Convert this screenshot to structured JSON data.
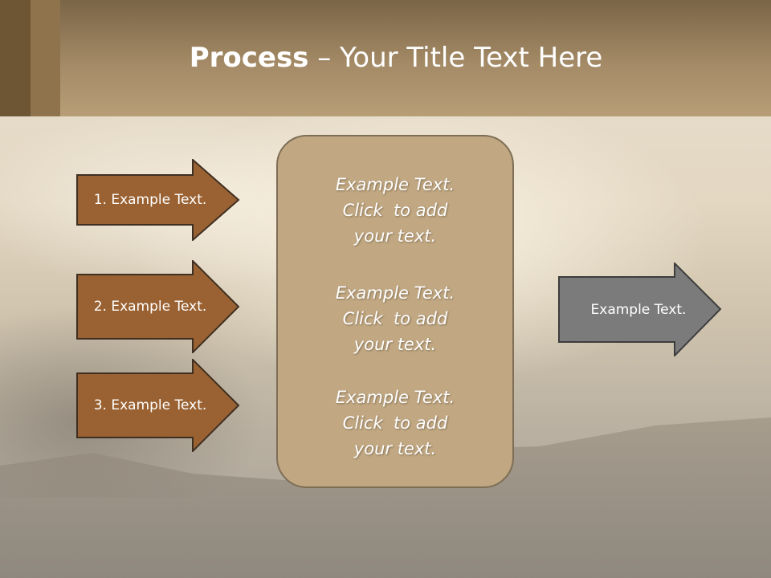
{
  "slide": {
    "title_bold": "Process",
    "title_rest": " – Your Title Text Here"
  },
  "steps": [
    {
      "label": "1. Example Text."
    },
    {
      "label": "2. Example Text."
    },
    {
      "label": "3. Example Text."
    }
  ],
  "center_box": {
    "blocks": [
      {
        "line1": "Example Text.",
        "line2": "Click  to add",
        "line3": "your text."
      },
      {
        "line1": "Example Text.",
        "line2": "Click  to add",
        "line3": "your text."
      },
      {
        "line1": "Example Text.",
        "line2": "Click  to add",
        "line3": "your text."
      }
    ]
  },
  "result": {
    "label": "Example Text."
  },
  "colors": {
    "step_fill": "#9a6232",
    "step_stroke": "#3e2f22",
    "result_fill": "#7b7b7b",
    "result_stroke": "#3d3d3d",
    "box_fill": "#c1a883"
  }
}
